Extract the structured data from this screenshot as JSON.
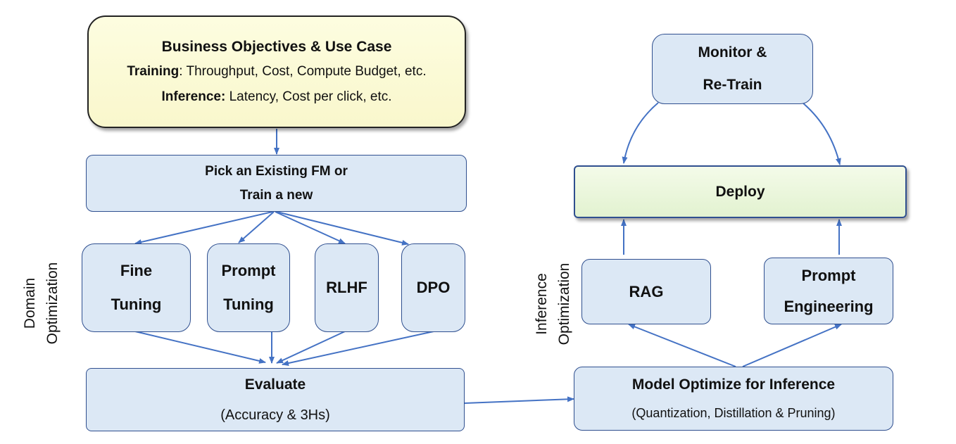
{
  "objectives": {
    "title": "Business Objectives & Use Case",
    "training_label": "Training",
    "training_text": ": Throughput, Cost, Compute Budget, etc.",
    "inference_label": "Inference:",
    "inference_text": " Latency, Cost per click, etc."
  },
  "pick": {
    "line1": "Pick an Existing FM or",
    "line2": "Train a new"
  },
  "domain_methods": [
    {
      "line1": "Fine",
      "line2": "Tuning"
    },
    {
      "line1": "Prompt",
      "line2": "Tuning"
    },
    {
      "line1": "RLHF"
    },
    {
      "line1": "DPO"
    }
  ],
  "side_labels": {
    "domain": [
      "Domain",
      "Optimization"
    ],
    "inference": [
      "Inference",
      "Optimization"
    ]
  },
  "evaluate": {
    "title": "Evaluate",
    "subtitle": "(Accuracy & 3Hs)"
  },
  "monitor": {
    "line1": "Monitor &",
    "line2": "Re-Train"
  },
  "deploy": {
    "title": "Deploy"
  },
  "inference_methods": [
    {
      "line1": "RAG"
    },
    {
      "line1": "Prompt",
      "line2": "Engineering"
    }
  ],
  "model_optimize": {
    "title": "Model Optimize for Inference",
    "subtitle": "(Quantization, Distillation & Pruning)"
  },
  "colors": {
    "box_fill": "#dce8f5",
    "box_border": "#2f4f8f",
    "arrow": "#4472c4",
    "objectives_fill": "#fbf9d2",
    "deploy_fill": "#e8f5da"
  }
}
